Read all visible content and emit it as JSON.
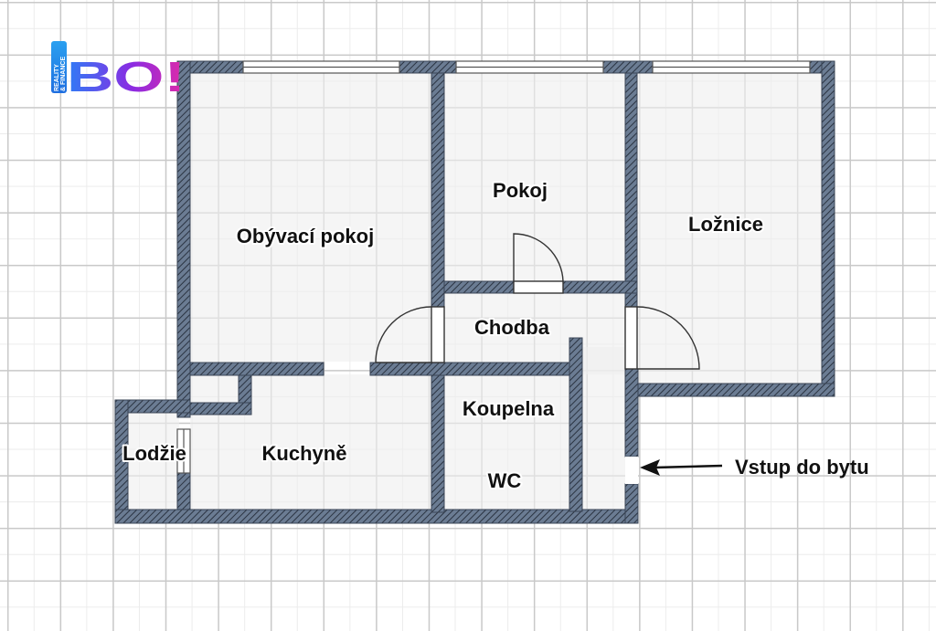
{
  "floorplan": {
    "rooms": {
      "obyvaci_pokoj": "Obývací pokoj",
      "pokoj": "Pokoj",
      "loznice": "Ložnice",
      "chodba": "Chodba",
      "koupelna": "Koupelna",
      "wc": "WC",
      "kuchyne": "Kuchyně",
      "lodzie": "Lodžie"
    },
    "entrance_label": "Vstup do bytu"
  },
  "logo": {
    "main": "BO!",
    "line1": "REALITY",
    "line2": "& FINANCE"
  },
  "colors": {
    "wall": "#6b7c93",
    "wall_hatch": "#2b3442",
    "floor": "#eeeeee",
    "grid": "#c9c9c9",
    "logo_gradient": [
      "#2e7cf6",
      "#8b2be2",
      "#e02aa7"
    ]
  }
}
